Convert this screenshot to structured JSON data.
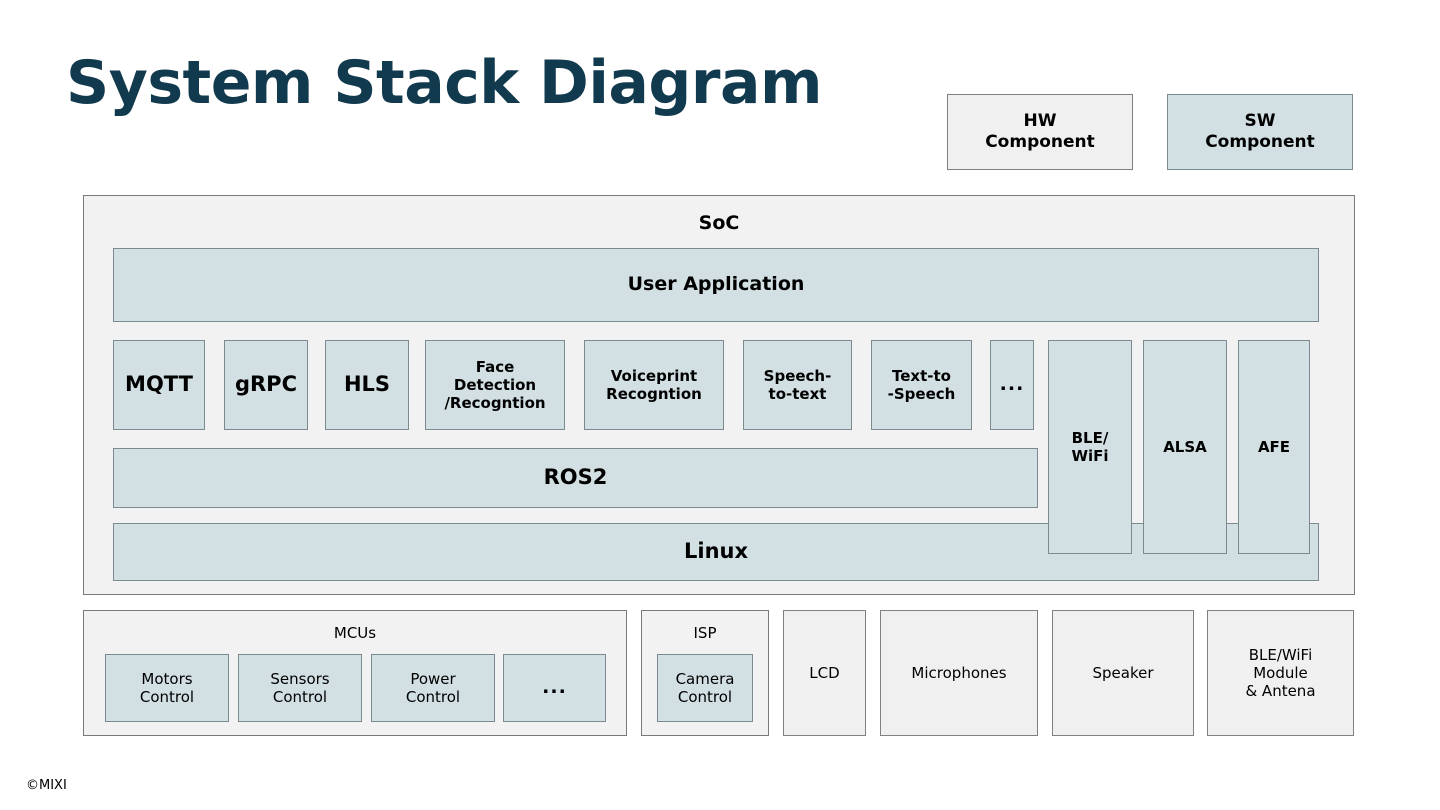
{
  "title": "System Stack Diagram",
  "copyright": "©MIXI",
  "colors": {
    "title": "#123a4e",
    "hw_fill": "#f0f0f0",
    "sw_fill": "#d2dfe3",
    "container_fill": "#f2f2f2",
    "border": "#7a7a7a"
  },
  "legend": {
    "hw": "HW\nComponent",
    "sw": "SW\nComponent"
  },
  "soc": {
    "label": "SoC",
    "user_application": "User Application",
    "middleware": [
      {
        "label": "MQTT"
      },
      {
        "label": "gRPC"
      },
      {
        "label": "HLS"
      },
      {
        "label": "Face\nDetection\n/Recogntion"
      },
      {
        "label": "Voiceprint\nRecogntion"
      },
      {
        "label": "Speech-\nto-text"
      },
      {
        "label": "Text-to\n-Speech"
      },
      {
        "label": "..."
      }
    ],
    "side_stacks": [
      {
        "label": "BLE/\nWiFi"
      },
      {
        "label": "ALSA"
      },
      {
        "label": "AFE"
      }
    ],
    "ros2": "ROS2",
    "linux": "Linux"
  },
  "hardware": {
    "mcus": {
      "label": "MCUs",
      "items": [
        {
          "label": "Motors\nControl"
        },
        {
          "label": "Sensors\nControl"
        },
        {
          "label": "Power\nControl"
        },
        {
          "label": "..."
        }
      ]
    },
    "isp": {
      "label": "ISP",
      "items": [
        {
          "label": "Camera\nControl"
        }
      ]
    },
    "devices": [
      {
        "label": "LCD"
      },
      {
        "label": "Microphones"
      },
      {
        "label": "Speaker"
      },
      {
        "label": "BLE/WiFi\nModule\n& Antena"
      }
    ]
  }
}
